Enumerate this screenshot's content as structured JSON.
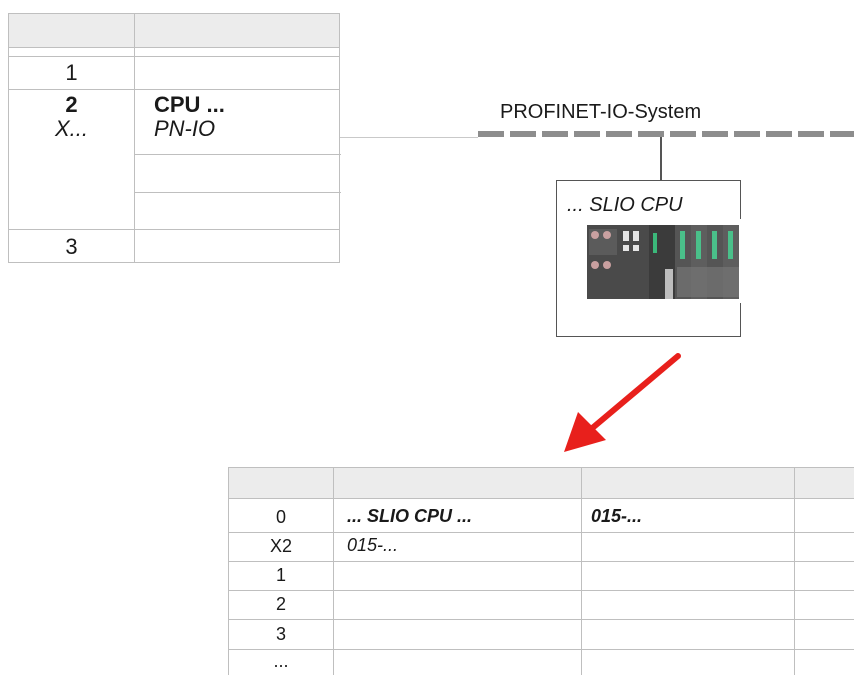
{
  "rack": {
    "rows": [
      {
        "slot": "1",
        "module": "",
        "interface_id": "",
        "interface_name": ""
      },
      {
        "slot": "2",
        "module": "CPU ...",
        "interface_id": "X...",
        "interface_name": "PN-IO"
      },
      {
        "slot": "3",
        "module": "",
        "interface_id": "",
        "interface_name": ""
      }
    ]
  },
  "network": {
    "label": "PROFINET-IO-System"
  },
  "device": {
    "title": "... SLIO CPU",
    "image": "slio-cpu-module-picture"
  },
  "device_table": {
    "rows": [
      {
        "slot": "0",
        "module": "... SLIO CPU ...",
        "order": "015-..."
      },
      {
        "slot": "X2",
        "module": "015-...",
        "order": ""
      },
      {
        "slot": "1",
        "module": "",
        "order": ""
      },
      {
        "slot": "2",
        "module": "",
        "order": ""
      },
      {
        "slot": "3",
        "module": "",
        "order": ""
      },
      {
        "slot": "...",
        "module": "",
        "order": ""
      }
    ]
  },
  "colors": {
    "arrow": "#e8201c",
    "header_bg": "#ececec",
    "grid": "#bfbfbf",
    "bus": "#8d8d8d"
  }
}
